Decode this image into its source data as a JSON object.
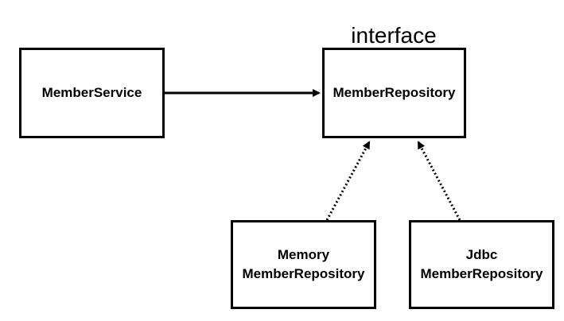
{
  "diagram": {
    "stereotype": "interface",
    "nodes": {
      "member_service": {
        "lines": [
          "MemberService"
        ]
      },
      "member_repository": {
        "lines": [
          "MemberRepository"
        ]
      },
      "memory_member_repository": {
        "lines": [
          "Memory",
          "MemberRepository"
        ]
      },
      "jdbc_member_repository": {
        "lines": [
          "Jdbc",
          "MemberRepository"
        ]
      }
    },
    "edges": [
      {
        "from": "member_service",
        "to": "member_repository",
        "style": "solid",
        "arrow": "filled"
      },
      {
        "from": "memory_member_repository",
        "to": "member_repository",
        "style": "dotted",
        "arrow": "filled"
      },
      {
        "from": "jdbc_member_repository",
        "to": "member_repository",
        "style": "dotted",
        "arrow": "filled"
      }
    ],
    "colors": {
      "stroke": "#000000",
      "background": "#ffffff"
    }
  }
}
